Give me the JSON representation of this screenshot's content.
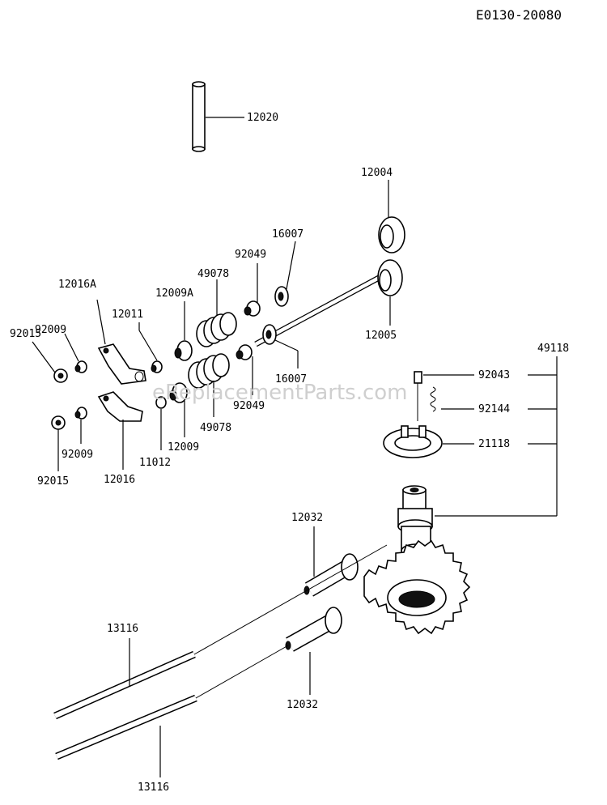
{
  "diagram_code": "E0130-20080",
  "watermark": "eReplacementParts.com",
  "parts": {
    "p12020": "12020",
    "p12004": "12004",
    "p12005": "12005",
    "p16007_top": "16007",
    "p16007_bot": "16007",
    "p92049_top": "92049",
    "p92049_bot": "92049",
    "p49078_top": "49078",
    "p49078_bot": "49078",
    "p12009A": "12009A",
    "p12009": "12009",
    "p12011": "12011",
    "p11012": "11012",
    "p12016A": "12016A",
    "p12016": "12016",
    "p92009_top": "92009",
    "p92009_bot": "92009",
    "p92015_top": "92015",
    "p92015_bot": "92015",
    "p49118": "49118",
    "p92043": "92043",
    "p92144": "92144",
    "p21118": "21118",
    "p12032_top": "12032",
    "p12032_bot": "12032",
    "p13116_top": "13116",
    "p13116_bot": "13116"
  }
}
